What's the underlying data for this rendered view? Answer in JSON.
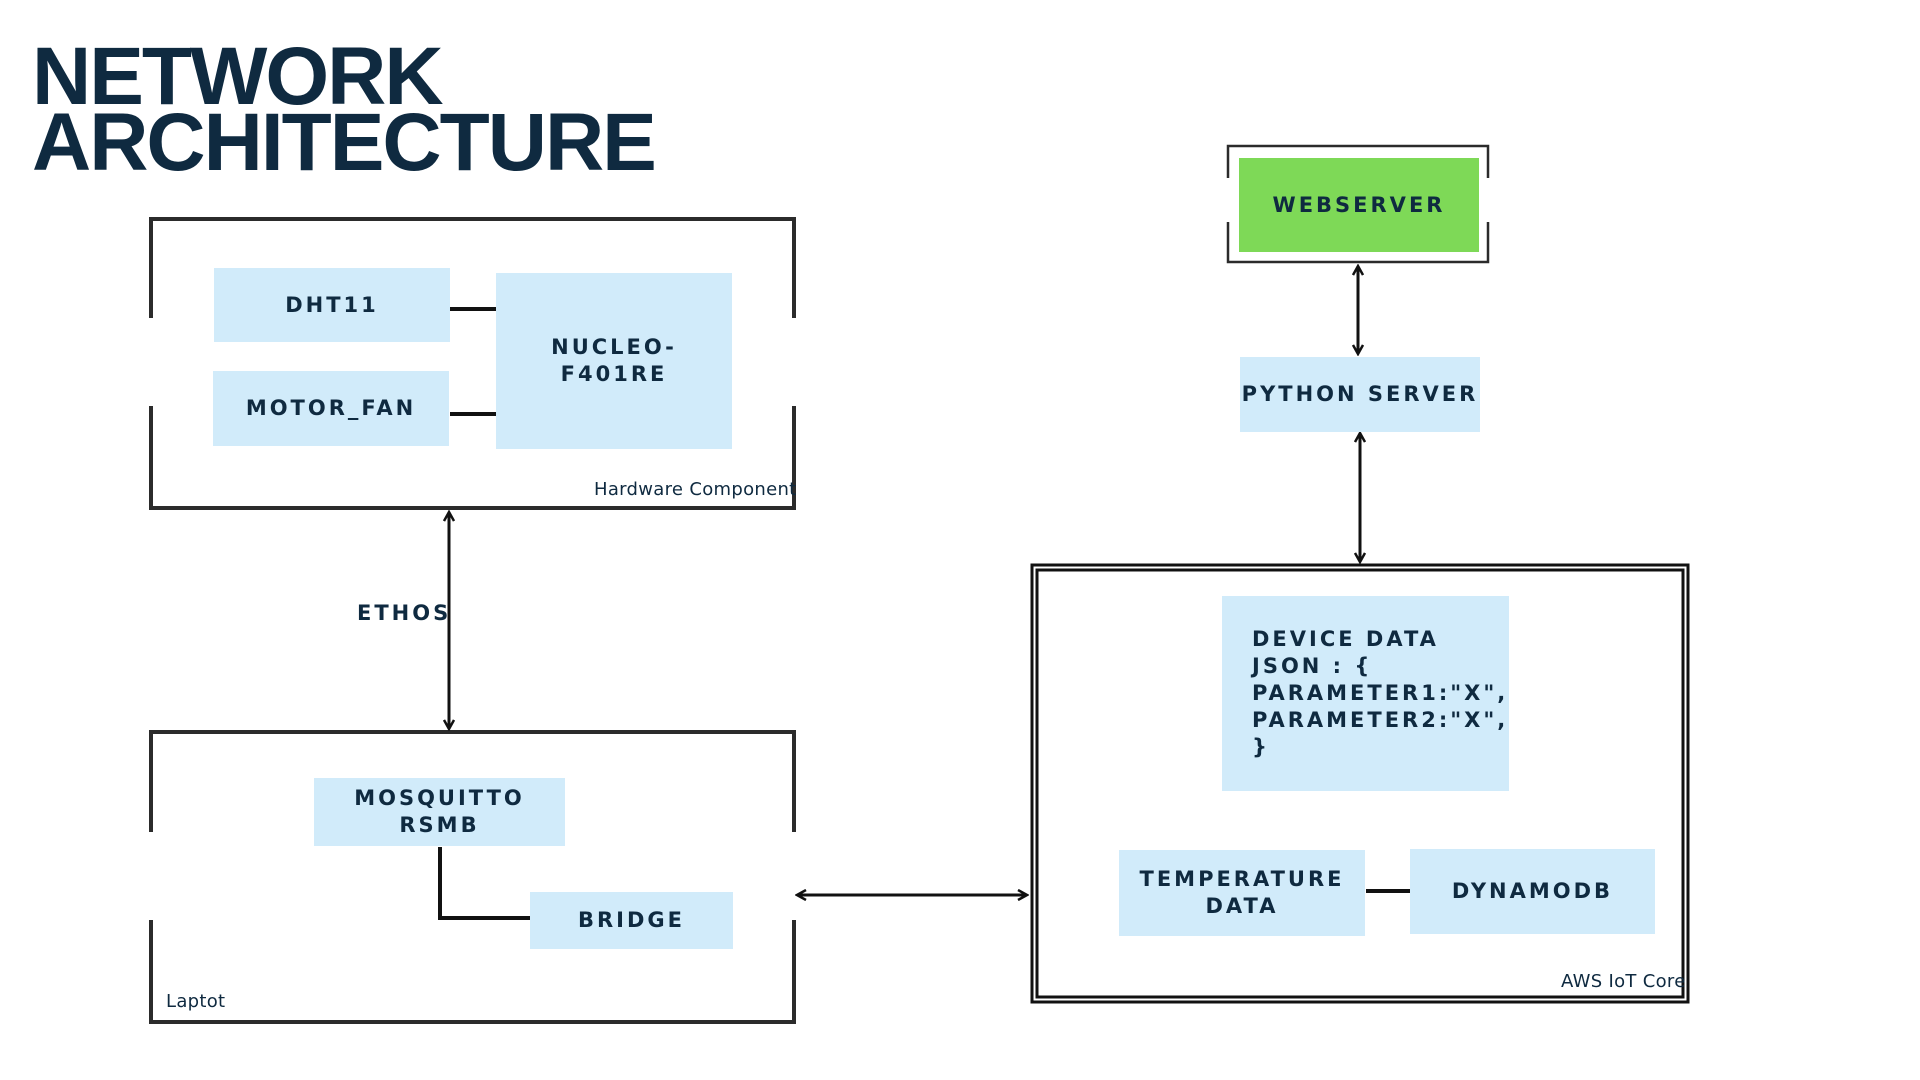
{
  "title": {
    "line1": "NETWORK",
    "line2": "ARCHITECTURE"
  },
  "groups": {
    "hardware": "Hardware Component",
    "laptop": "Laptot",
    "aws": "AWS IoT Core"
  },
  "nodes": {
    "dht11": "DHT11",
    "motor_fan": "MOTOR_FAN",
    "nucleo": "NUCLEO-\nF401RE",
    "mosquitto": "MOSQUITTO RSMB",
    "bridge": "BRIDGE",
    "webserver": "WEBSERVER",
    "python_server": "PYTHON SERVER",
    "device_data": "DEVICE DATA\nJSON : {\nPARAMETER1:\"X\",\nPARAMETER2:\"X\",\n}",
    "temperature_data": "TEMPERATURE\nDATA",
    "dynamodb": "DYNAMODB"
  },
  "edges": {
    "ethos": "ETHOS"
  },
  "colors": {
    "navy": "#0f2a40",
    "node_fill": "#d1ebfa",
    "webserver_fill": "#7ed957",
    "line": "#111111"
  }
}
